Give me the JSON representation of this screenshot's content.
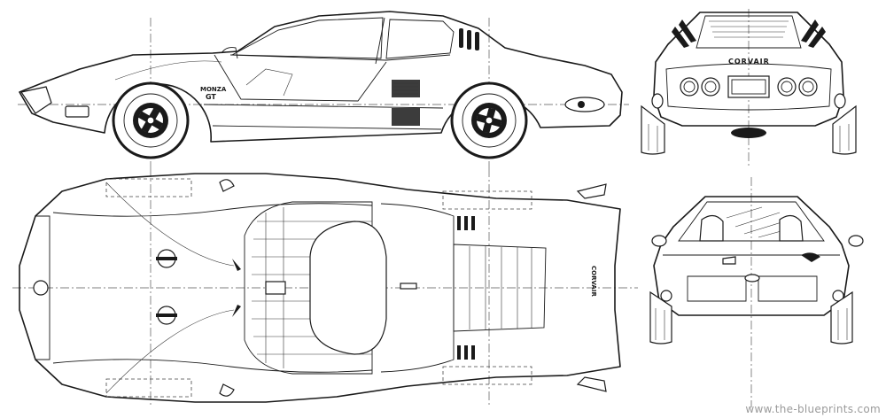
{
  "side_view": {
    "model_badge_line1": "MONZA",
    "model_badge_line2": "GT"
  },
  "rear_view": {
    "badge": "CORVAIR"
  },
  "top_view": {
    "badge": "CORVAIR"
  },
  "watermark": "www.the-blueprints.com"
}
